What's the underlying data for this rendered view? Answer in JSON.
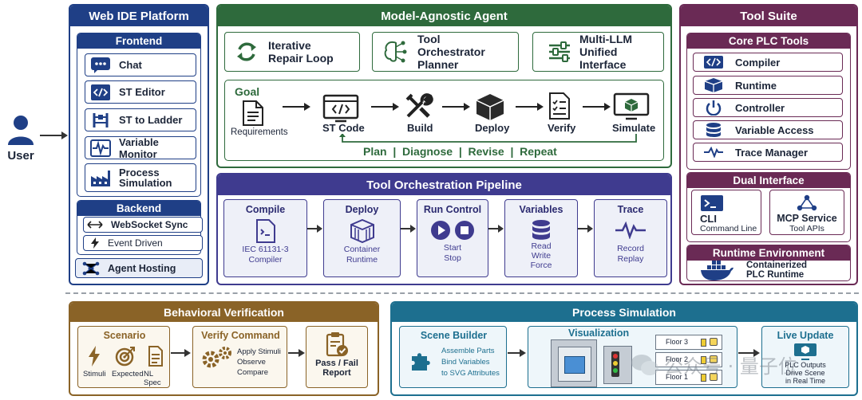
{
  "user": {
    "label": "User"
  },
  "web_ide": {
    "title": "Web IDE Platform",
    "frontend": {
      "title": "Frontend",
      "items": [
        "Chat",
        "ST Editor",
        "ST to Ladder",
        "Variable Monitor",
        "Process Simulation"
      ]
    },
    "backend": {
      "title": "Backend",
      "items": [
        "WebSocket Sync",
        "Event Driven"
      ]
    },
    "agent_hosting": "Agent Hosting"
  },
  "agent": {
    "title": "Model-Agnostic Agent",
    "features": [
      "Iterative Repair Loop",
      "Tool Orchestrator Planner",
      "Multi-LLM Unified Interface"
    ],
    "goal_label": "Goal",
    "steps": [
      "Requirements",
      "ST Code",
      "Build",
      "Deploy",
      "Verify",
      "Simulate"
    ],
    "loop_text": "Plan  |  Diagnose  |  Revise  |  Repeat"
  },
  "pipeline": {
    "title": "Tool Orchestration Pipeline",
    "stages": [
      {
        "title": "Compile",
        "desc": "IEC 61131-3\nCompiler"
      },
      {
        "title": "Deploy",
        "desc": "Container\nRuntime"
      },
      {
        "title": "Run Control",
        "desc": "Start\nStop"
      },
      {
        "title": "Variables",
        "desc": "Read\nWrite\nForce"
      },
      {
        "title": "Trace",
        "desc": "Record\nReplay"
      }
    ]
  },
  "tool_suite": {
    "title": "Tool Suite",
    "core": {
      "title": "Core PLC Tools",
      "items": [
        "Compiler",
        "Runtime",
        "Controller",
        "Variable Access",
        "Trace Manager"
      ]
    },
    "dual": {
      "title": "Dual Interface",
      "cli": {
        "title": "CLI",
        "sub": "Command Line"
      },
      "mcp": {
        "title": "MCP Service",
        "sub": "Tool APIs"
      }
    },
    "runtime_env": {
      "title": "Runtime Environment",
      "text": "Containerized\nPLC Runtime"
    }
  },
  "behavioral": {
    "title": "Behavioral Verification",
    "scenario": {
      "title": "Scenario",
      "items": [
        "Stimuli",
        "Expected",
        "NL Spec"
      ]
    },
    "verify": {
      "title": "Verify Command",
      "items": "Apply Stimuli\nObserve\nCompare"
    },
    "report": "Pass / Fail\nReport"
  },
  "process_sim": {
    "title": "Process Simulation",
    "scene_builder": {
      "title": "Scene Builder",
      "text": "Assemble Parts\nBind Variables\nto SVG Attributes"
    },
    "visualization": {
      "title": "Visualization",
      "floors": [
        "Floor 3",
        "Floor 2",
        "Floor 1"
      ]
    },
    "live_update": {
      "title": "Live Update",
      "text": "PLC Outputs\nDrive Scene\nin Real Time"
    }
  },
  "watermark": "公众号 · 量子位",
  "colors": {
    "navy": "#1f3f86",
    "green": "#2e6a3c",
    "indigo": "#3f3b8f",
    "plum": "#6a2a55",
    "brown": "#8a6327",
    "teal": "#1d6f8f"
  }
}
